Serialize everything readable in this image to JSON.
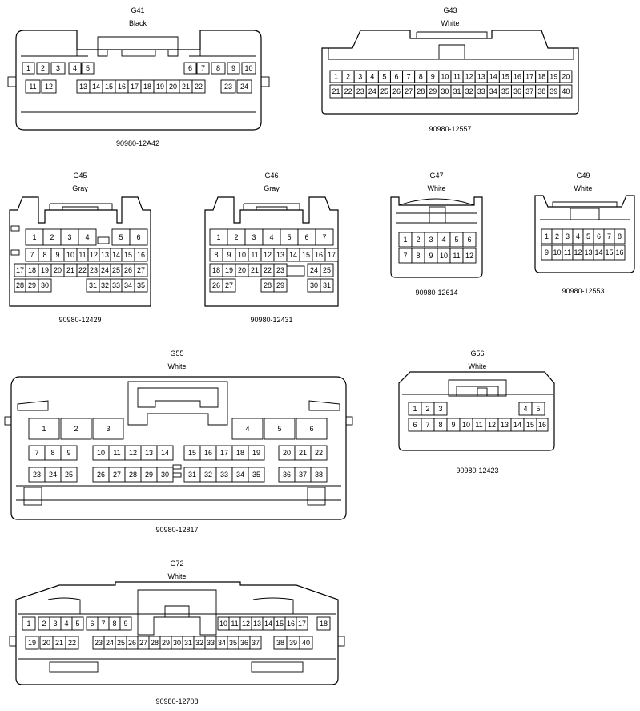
{
  "connectors": [
    {
      "id": "G41",
      "color": "Black",
      "part": "90980-12A42"
    },
    {
      "id": "G43",
      "color": "White",
      "part": "90980-12557"
    },
    {
      "id": "G45",
      "color": "Gray",
      "part": "90980-12429"
    },
    {
      "id": "G46",
      "color": "Gray",
      "part": "90980-12431"
    },
    {
      "id": "G47",
      "color": "White",
      "part": "90980-12614"
    },
    {
      "id": "G49",
      "color": "White",
      "part": "90980-12553"
    },
    {
      "id": "G55",
      "color": "White",
      "part": "90980-12817"
    },
    {
      "id": "G56",
      "color": "White",
      "part": "90980-12423"
    },
    {
      "id": "G72",
      "color": "White",
      "part": "90980-12708"
    }
  ],
  "pins": {
    "G41": [
      [
        1,
        2,
        3,
        4,
        5,
        6,
        7,
        8,
        9,
        10
      ],
      [
        11,
        12,
        13,
        14,
        15,
        16,
        17,
        18,
        19,
        20,
        21,
        22,
        23,
        24
      ]
    ],
    "G43": [
      [
        1,
        2,
        3,
        4,
        5,
        6,
        7,
        8,
        9,
        10,
        11,
        12,
        13,
        14,
        15,
        16,
        17,
        18,
        19,
        20
      ],
      [
        21,
        22,
        23,
        24,
        25,
        26,
        27,
        28,
        29,
        30,
        31,
        32,
        33,
        34,
        35,
        36,
        37,
        38,
        39,
        40
      ]
    ],
    "G45": [
      [
        1,
        2,
        3,
        4,
        5,
        6
      ],
      [
        7,
        8,
        9,
        10,
        11,
        12,
        13,
        14,
        15,
        16
      ],
      [
        17,
        18,
        19,
        20,
        21,
        22,
        23,
        24,
        25,
        26,
        27
      ],
      [
        28,
        29,
        30,
        31,
        32,
        33,
        34,
        35
      ]
    ],
    "G46": [
      [
        1,
        2,
        3,
        4,
        5,
        6,
        7
      ],
      [
        8,
        9,
        10,
        11,
        12,
        13,
        14,
        15,
        16,
        17
      ],
      [
        18,
        19,
        20,
        21,
        22,
        23,
        24,
        25
      ],
      [
        26,
        27,
        28,
        29,
        30,
        31
      ]
    ],
    "G47": [
      [
        1,
        2,
        3,
        4,
        5,
        6
      ],
      [
        7,
        8,
        9,
        10,
        11,
        12
      ]
    ],
    "G49": [
      [
        1,
        2,
        3,
        4,
        5,
        6,
        7,
        8
      ],
      [
        9,
        10,
        11,
        12,
        13,
        14,
        15,
        16
      ]
    ],
    "G55": [
      [
        1,
        2,
        3,
        4,
        5,
        6
      ],
      [
        7,
        8,
        9,
        10,
        11,
        12,
        13,
        14,
        15,
        16,
        17,
        18,
        19,
        20,
        21,
        22
      ],
      [
        23,
        24,
        25,
        26,
        27,
        28,
        29,
        30,
        31,
        32,
        33,
        34,
        35,
        36,
        37,
        38
      ]
    ],
    "G56": [
      [
        1,
        2,
        3,
        4,
        5
      ],
      [
        6,
        7,
        8,
        9,
        10,
        11,
        12,
        13,
        14,
        15,
        16
      ]
    ],
    "G72": [
      [
        1,
        2,
        3,
        4,
        5,
        6,
        7,
        8,
        9,
        10,
        11,
        12,
        13,
        14,
        15,
        16,
        17,
        18
      ],
      [
        19,
        20,
        21,
        22,
        23,
        24,
        25,
        26,
        27,
        28,
        29,
        30,
        31,
        32,
        33,
        34,
        35,
        36,
        37,
        38,
        39,
        40
      ]
    ]
  }
}
